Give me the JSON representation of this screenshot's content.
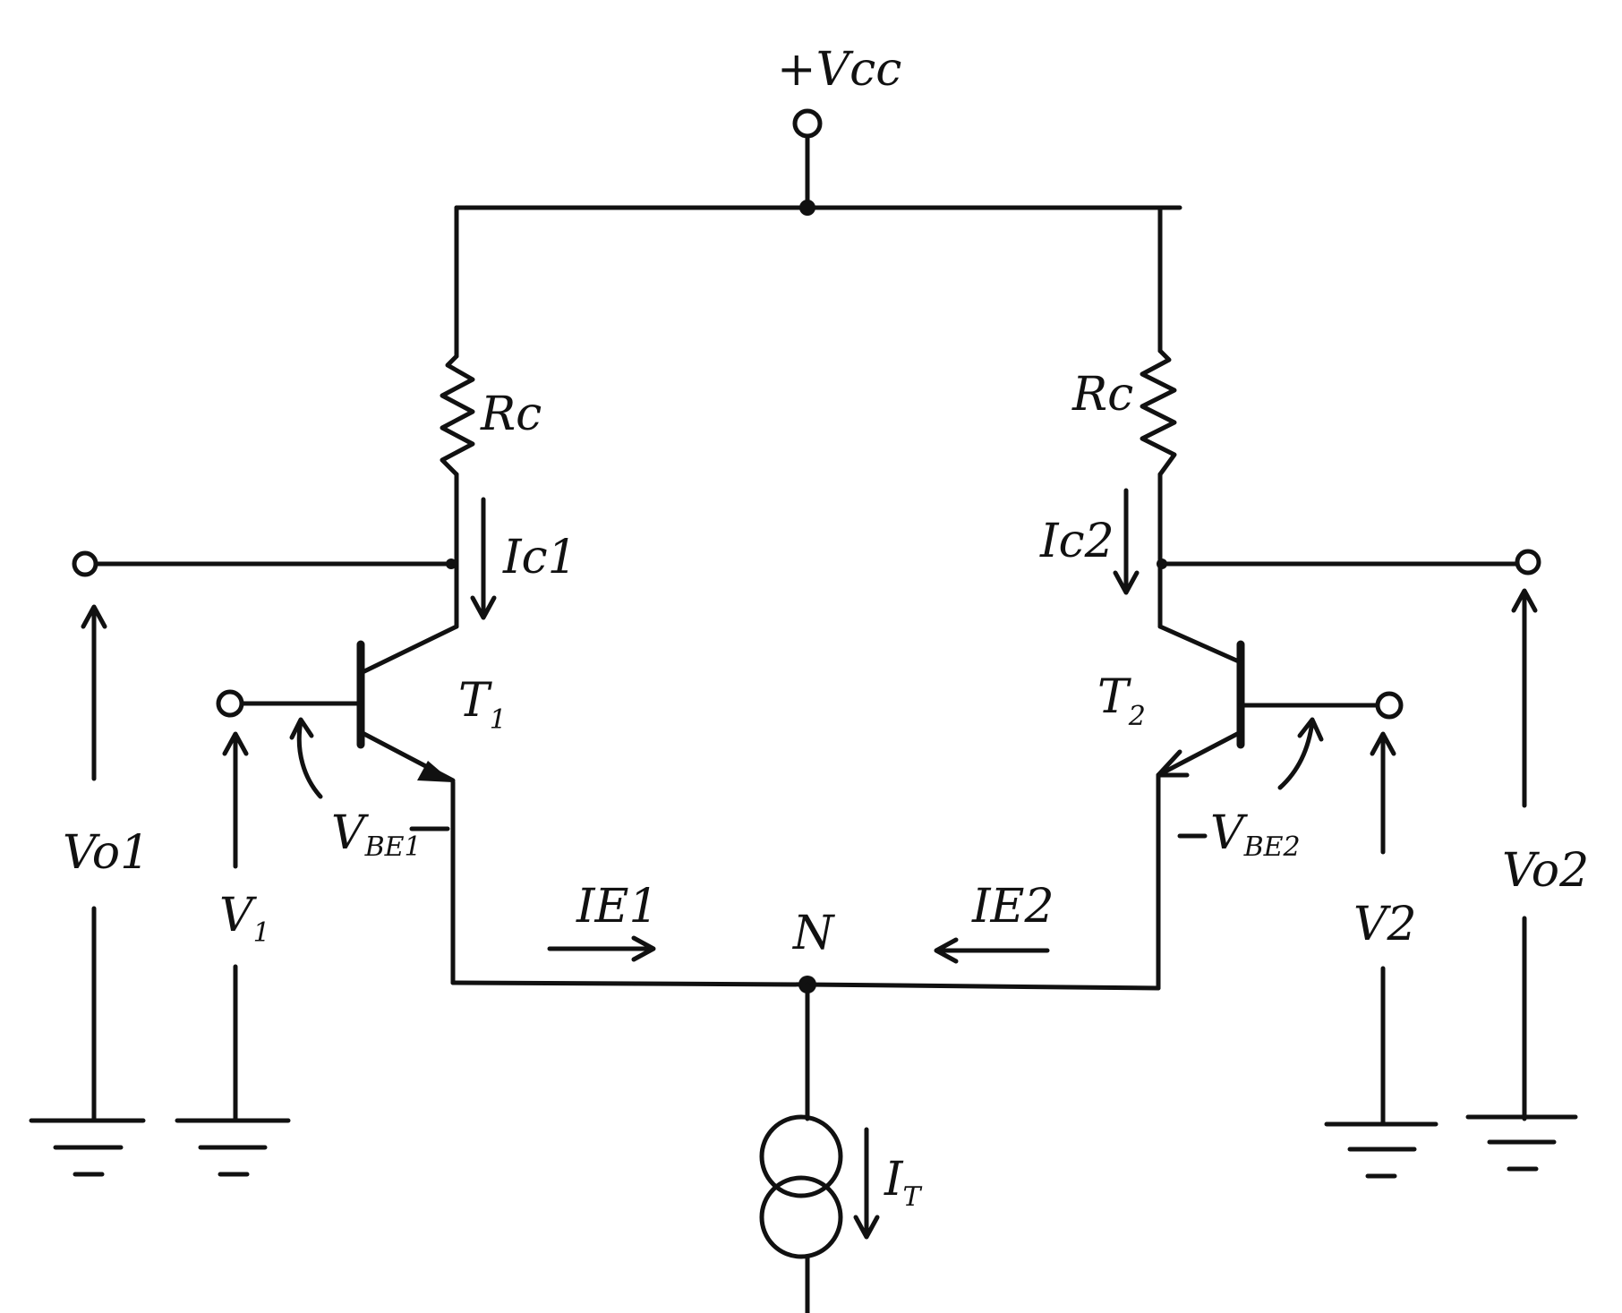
{
  "labels": {
    "supply": "+Vcc",
    "rc_left": "Rc",
    "rc_right": "Rc",
    "ic1": "Ic1",
    "ic2": "Ic2",
    "t1_main": "T",
    "t1_sub": "1",
    "t2_main": "T",
    "t2_sub": "2",
    "vbe1_main": "V",
    "vbe1_sub": "BE1",
    "vbe2_main": "V",
    "vbe2_sub": "BE2",
    "v1_main": "V",
    "v1_sub": "1",
    "v2": "V2",
    "vo1": "Vo1",
    "vo2": "Vo2",
    "ie1": "IE1",
    "ie2": "IE2",
    "node": "N",
    "it_main": "I",
    "it_sub": "T"
  }
}
